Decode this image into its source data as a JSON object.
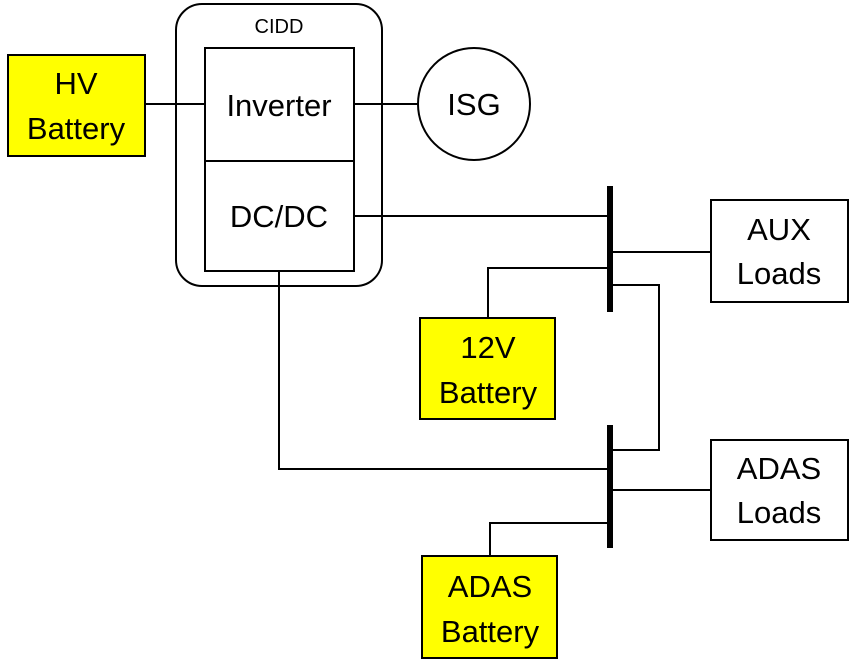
{
  "diagram": {
    "cidd_label": "CIDD",
    "hv_battery": {
      "line1": "HV",
      "line2": "Battery",
      "fill": "#ffff00"
    },
    "inverter": {
      "label": "Inverter"
    },
    "dcdc": {
      "label": "DC/DC"
    },
    "isg": {
      "label": "ISG"
    },
    "aux_loads": {
      "line1": "AUX",
      "line2": "Loads"
    },
    "battery_12v": {
      "line1": "12V",
      "line2": "Battery",
      "fill": "#ffff00"
    },
    "adas_loads": {
      "line1": "ADAS",
      "line2": "Loads"
    },
    "adas_battery": {
      "line1": "ADAS",
      "line2": "Battery",
      "fill": "#ffff00"
    }
  }
}
